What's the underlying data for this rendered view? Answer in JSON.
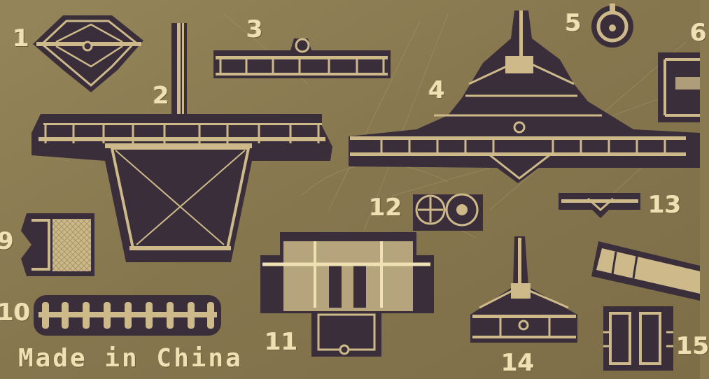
{
  "fret": {
    "colors": {
      "metal": "#8a7a52",
      "etched": "#3a2e3a",
      "part": "#cdb98a",
      "highlight": "#efe1b4"
    },
    "part_numbers": [
      "1",
      "2",
      "3",
      "4",
      "5",
      "6",
      "9",
      "10",
      "11",
      "12",
      "13",
      "14",
      "15"
    ],
    "maker_text": "Made in China"
  }
}
